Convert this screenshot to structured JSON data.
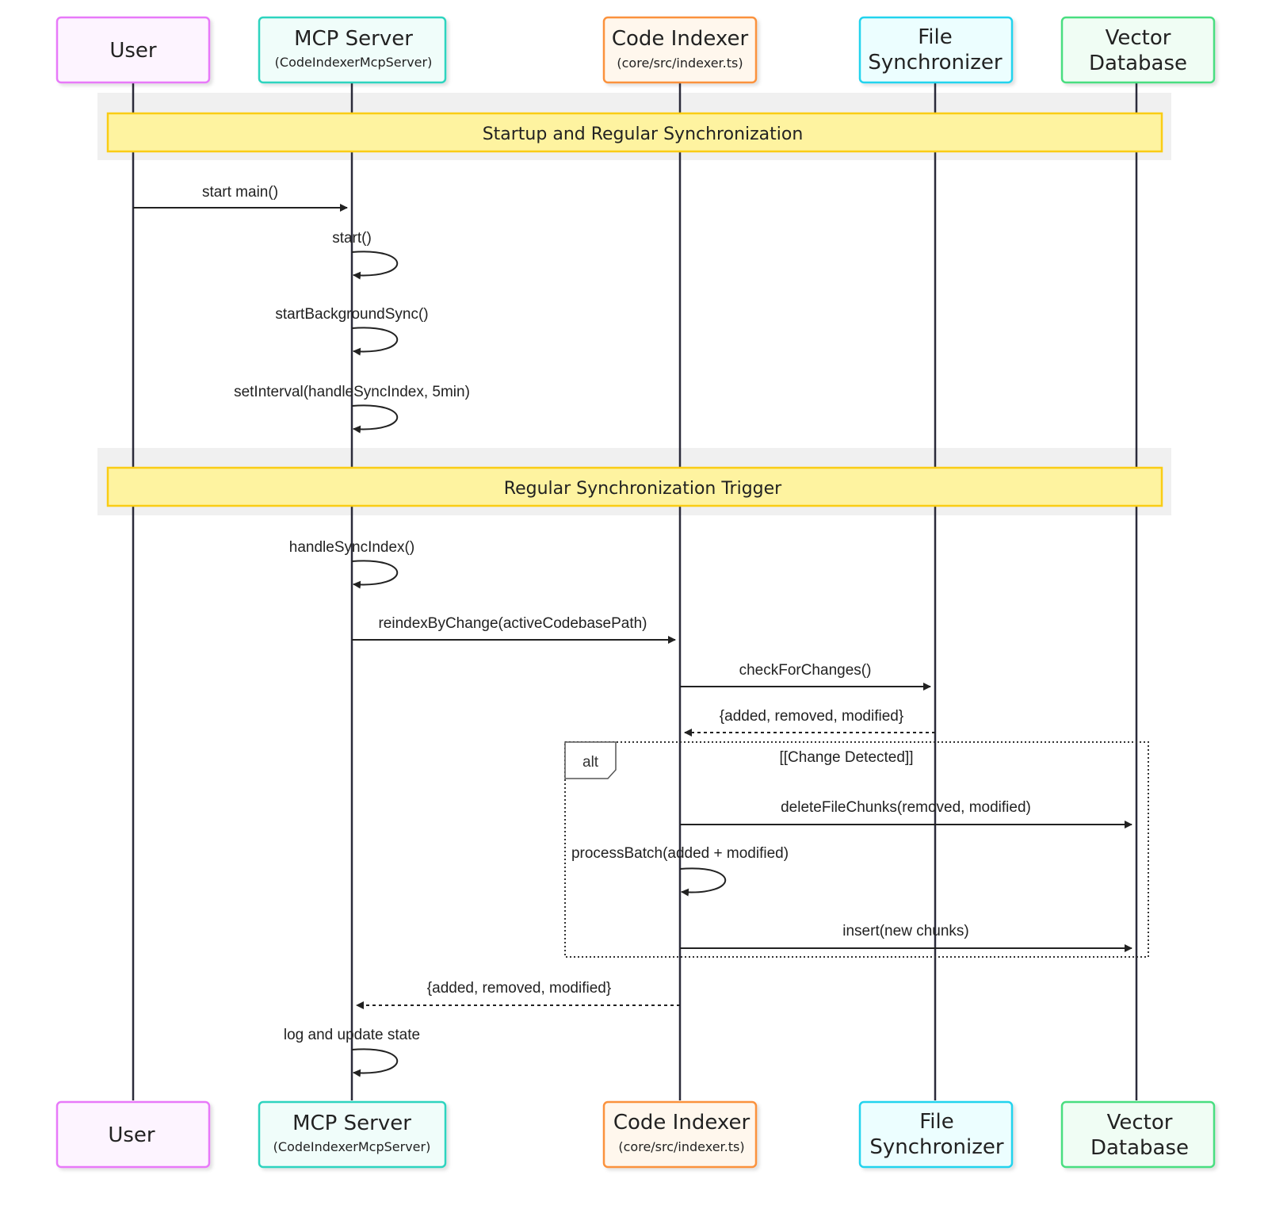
{
  "participants": [
    {
      "id": "user",
      "name": "User",
      "name_lines": [
        "User"
      ],
      "subtitle": "",
      "color": "#e879f9",
      "fill": "#fdf4ff"
    },
    {
      "id": "mcp",
      "name": "MCP Server",
      "name_lines": [
        "MCP Server"
      ],
      "subtitle": "(CodeIndexerMcpServer)",
      "color": "#2dd4bf",
      "fill": "#f0fdfa"
    },
    {
      "id": "indexer",
      "name": "Code Indexer",
      "name_lines": [
        "Code Indexer"
      ],
      "subtitle": "(core/src/indexer.ts)",
      "color": "#fb923c",
      "fill": "#fff7ed"
    },
    {
      "id": "sync",
      "name": "File Synchronizer",
      "name_lines": [
        "File",
        "Synchronizer"
      ],
      "subtitle": "",
      "color": "#22d3ee",
      "fill": "#ecfeff"
    },
    {
      "id": "vdb",
      "name": "Vector Database",
      "name_lines": [
        "Vector",
        "Database"
      ],
      "subtitle": "",
      "color": "#4ade80",
      "fill": "#f0fdf4"
    }
  ],
  "sections": [
    {
      "label": "Startup and Regular Synchronization"
    },
    {
      "label": "Regular Synchronization Trigger"
    }
  ],
  "messages": [
    {
      "from": "user",
      "to": "mcp",
      "label": "start main()",
      "kind": "solid"
    },
    {
      "from": "mcp",
      "to": "mcp",
      "label": "start()",
      "kind": "self"
    },
    {
      "from": "mcp",
      "to": "mcp",
      "label": "startBackgroundSync()",
      "kind": "self"
    },
    {
      "from": "mcp",
      "to": "mcp",
      "label": "setInterval(handleSyncIndex, 5min)",
      "kind": "self"
    },
    {
      "from": "mcp",
      "to": "mcp",
      "label": "handleSyncIndex()",
      "kind": "self"
    },
    {
      "from": "mcp",
      "to": "indexer",
      "label": "reindexByChange(activeCodebasePath)",
      "kind": "solid"
    },
    {
      "from": "indexer",
      "to": "sync",
      "label": "checkForChanges()",
      "kind": "solid"
    },
    {
      "from": "sync",
      "to": "indexer",
      "label": "{added, removed, modified}",
      "kind": "dashed"
    },
    {
      "from": "indexer",
      "to": "vdb",
      "label": "deleteFileChunks(removed, modified)",
      "kind": "solid"
    },
    {
      "from": "indexer",
      "to": "indexer",
      "label": "processBatch(added + modified)",
      "kind": "self"
    },
    {
      "from": "indexer",
      "to": "vdb",
      "label": "insert(new chunks)",
      "kind": "solid"
    },
    {
      "from": "indexer",
      "to": "mcp",
      "label": "{added, removed, modified}",
      "kind": "dashed"
    },
    {
      "from": "mcp",
      "to": "mcp",
      "label": "log and update state",
      "kind": "self"
    }
  ],
  "alt_fragment": {
    "keyword": "alt",
    "condition": "[[Change Detected]]"
  },
  "colors": {
    "lifeline": "#2b2b3a",
    "section_fill": "#fef3a0",
    "section_border": "#facc15",
    "section_band": "#f1f1f1",
    "arrow": "#222222"
  }
}
